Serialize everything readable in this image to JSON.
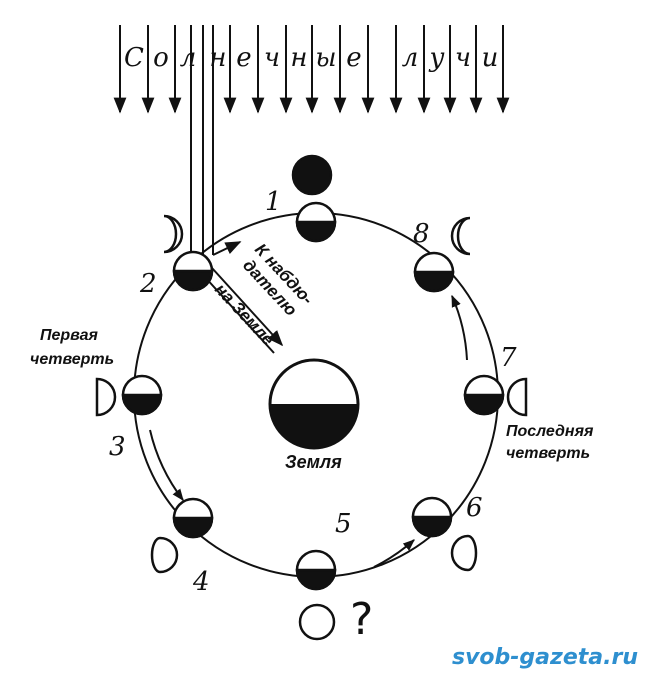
{
  "sun_rays_label": [
    "С",
    "о",
    "л",
    "н",
    "е",
    "ч",
    "н",
    "ы",
    "е",
    "л",
    "у",
    "ч",
    "и"
  ],
  "to_observer_label": [
    "К набдю-",
    "дателю",
    "на Земле"
  ],
  "earth_label": "Земля",
  "first_quarter_label": [
    "Первая",
    "четверть"
  ],
  "last_quarter_label": [
    "Последняя",
    "четверть"
  ],
  "position_numbers": [
    "1",
    "2",
    "3",
    "4",
    "5",
    "6",
    "7",
    "8"
  ],
  "question_mark": "?",
  "watermark": "svob-gazeta.ru",
  "colors": {
    "ink": "#111111",
    "paper": "#ffffff",
    "watermark": "#2e8fcf"
  }
}
